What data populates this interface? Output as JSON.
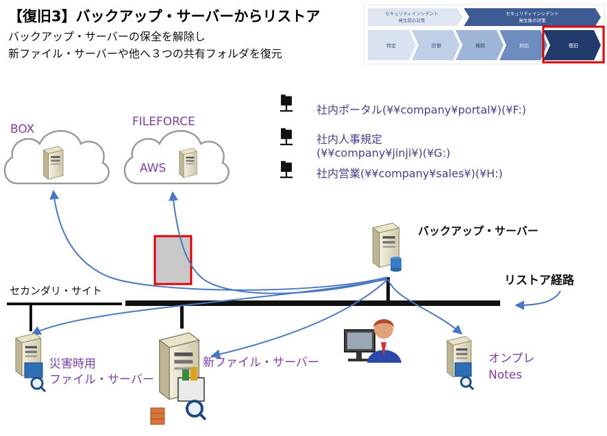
{
  "header": {
    "title": "【復旧3】バックアップ・サーバーからリストア",
    "line1": "バックアップ・サーバーの保全を解除し",
    "line2": "新ファイル・サーバーや他へ３つの共有フォルダを復元"
  },
  "phase_diagram": {
    "top_left": {
      "line1": "セキュリティインシデント",
      "line2": "発生前の対策"
    },
    "top_right": {
      "line1": "セキュリティインシデント",
      "line2": "発生後の対策"
    },
    "steps": [
      "特定",
      "防御",
      "検知",
      "対応",
      "復旧"
    ],
    "active_step": "復旧"
  },
  "clouds": {
    "box": "BOX",
    "fileforce": "FILEFORCE",
    "aws": "AWS"
  },
  "folders": [
    {
      "line1": "社内ポータル(¥¥company¥portal¥)(¥F:)",
      "line2": ""
    },
    {
      "line1": "社内人事規定",
      "line2": "(¥¥company¥jinji¥)(¥G:)"
    },
    {
      "line1": "社内営業(¥¥company¥sales¥)(¥H:)",
      "line2": ""
    }
  ],
  "network": {
    "backup_server": "バックアップ・サーバー",
    "restore_route": "リストア経路",
    "secondary_site": "セカンダリ・サイト",
    "disaster_server": {
      "line1": "災害時用",
      "line2": "ファイル・サーバー"
    },
    "new_file_server": "新ファイル・サーバー",
    "onprem": {
      "line1": "オンプレ",
      "line2": "Notes"
    }
  },
  "colors": {
    "arrow": "#4a76c2",
    "label_purple": "#7b3fa0",
    "active_border": "#e00000",
    "chevron_dark": "#1f3a6b"
  }
}
